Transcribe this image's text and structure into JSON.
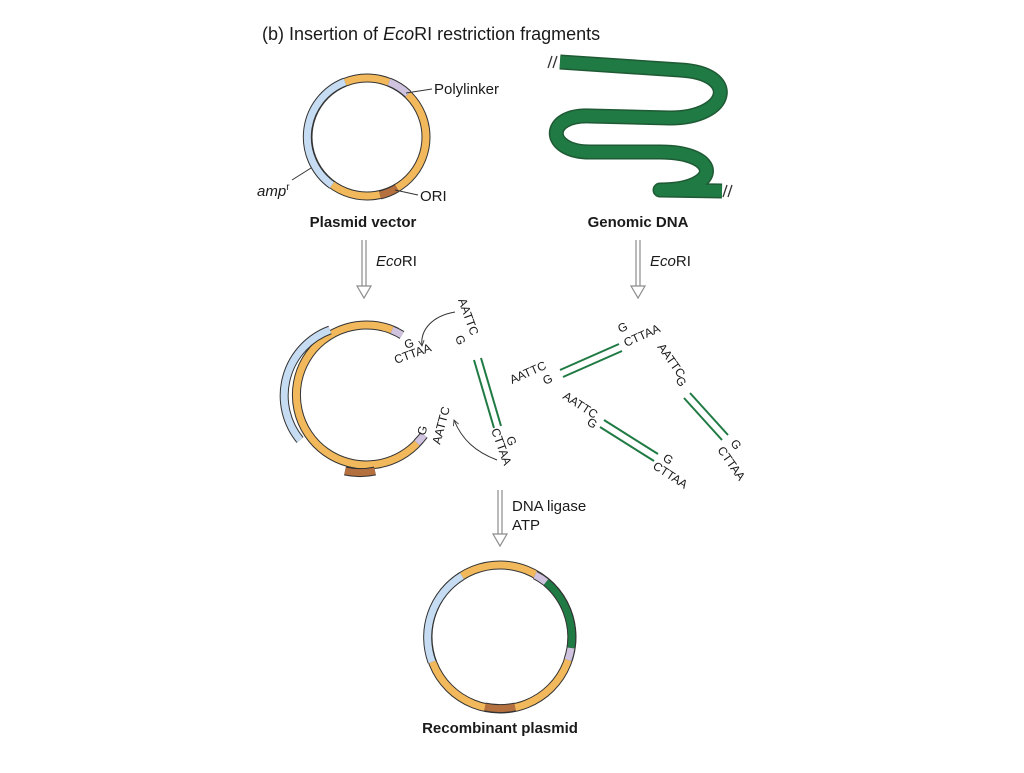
{
  "title": {
    "prefix": "(b) Insertion of ",
    "italic": "Eco",
    "suffix": "RI restriction fragments"
  },
  "labels": {
    "polylinker": "Polylinker",
    "amp_italic": "amp",
    "amp_sup": "r",
    "ori": "ORI",
    "plasmid_vector": "Plasmid vector",
    "genomic_dna": "Genomic DNA",
    "enzyme_italic": "Eco",
    "enzyme_suffix": "RI",
    "ligase": "DNA ligase",
    "atp": "ATP",
    "recombinant": "Recombinant plasmid"
  },
  "sequences": {
    "top_overhang": "AATTC",
    "bottom_overhang": "CTTAA",
    "g": "G"
  },
  "colors": {
    "backbone": "#f2b95c",
    "amp_gene": "#c6dcf2",
    "polylinker": "#cfc3df",
    "ori": "#b5703f",
    "genomic": "#1f7a43",
    "arrow": "#8c8c8c"
  }
}
